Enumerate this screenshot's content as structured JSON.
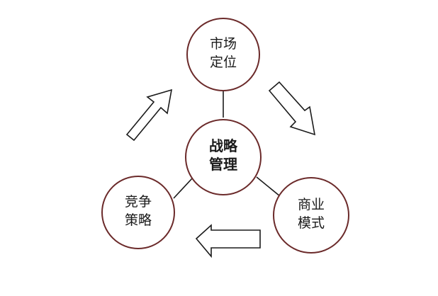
{
  "center": {
    "line1": "战略",
    "line2": "管理"
  },
  "nodes": {
    "top": {
      "line1": "市场",
      "line2": "定位"
    },
    "right": {
      "line1": "商业",
      "line2": "模式"
    },
    "left": {
      "line1": "竞争",
      "line2": "策略"
    }
  },
  "colors": {
    "circle_stroke": "#6b2a2a",
    "line": "#1a1a1a",
    "background": "#ffffff"
  }
}
